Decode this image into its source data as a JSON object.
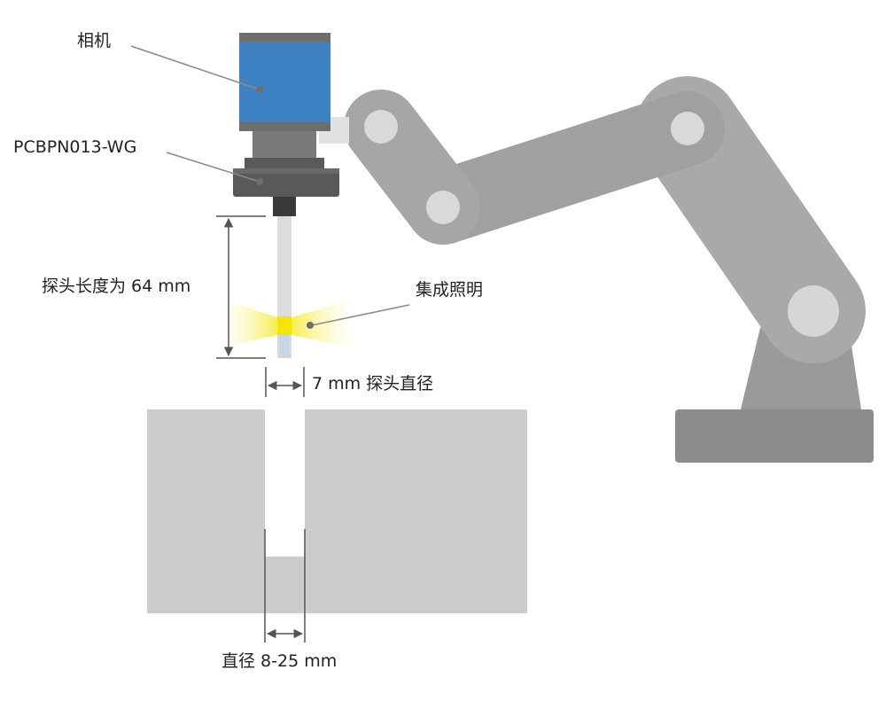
{
  "labels": {
    "camera": "相机",
    "adapter": "PCBPN013-WG",
    "probe_length": "探头长度为 64 mm",
    "lighting": "集成照明",
    "probe_diameter": "7 mm 探头直径",
    "bore_diameter": "直径 8-25 mm"
  },
  "colors": {
    "camera_body": "#3e82c4",
    "camera_cap": "#6e6e6e",
    "robot_arm": "#a6a6a6",
    "robot_joint": "#d6d6d6",
    "robot_base": "#8c8c8c",
    "workpiece": "#cccccc",
    "probe": "#dcdcdc",
    "light": "#f5e400",
    "dimension": "#555555"
  }
}
